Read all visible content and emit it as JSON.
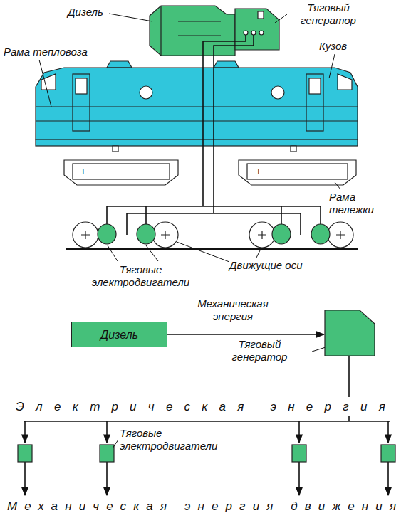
{
  "diagram": {
    "nodes": [
      {
        "text": [
          "Дизель"
        ]
      },
      {
        "text": [
          "Тяговый генератор"
        ]
      }
    ],
    "edges": [
      {
        "from": 0,
        "to": 1,
        "arrow": "to",
        "label": "Механическая энергия"
      }
    ],
    "labels": [
      "Дизель",
      "Тяговый генератор",
      "Рама тепловоза",
      "Кузов",
      "+",
      "−",
      "+",
      "−",
      "Рама тележки",
      "Тяговые электродвигатели",
      "Движущие оси",
      "Электрическая энергия",
      "Тяговые электродвигатели",
      "Механическая энергия движения"
    ]
  }
}
